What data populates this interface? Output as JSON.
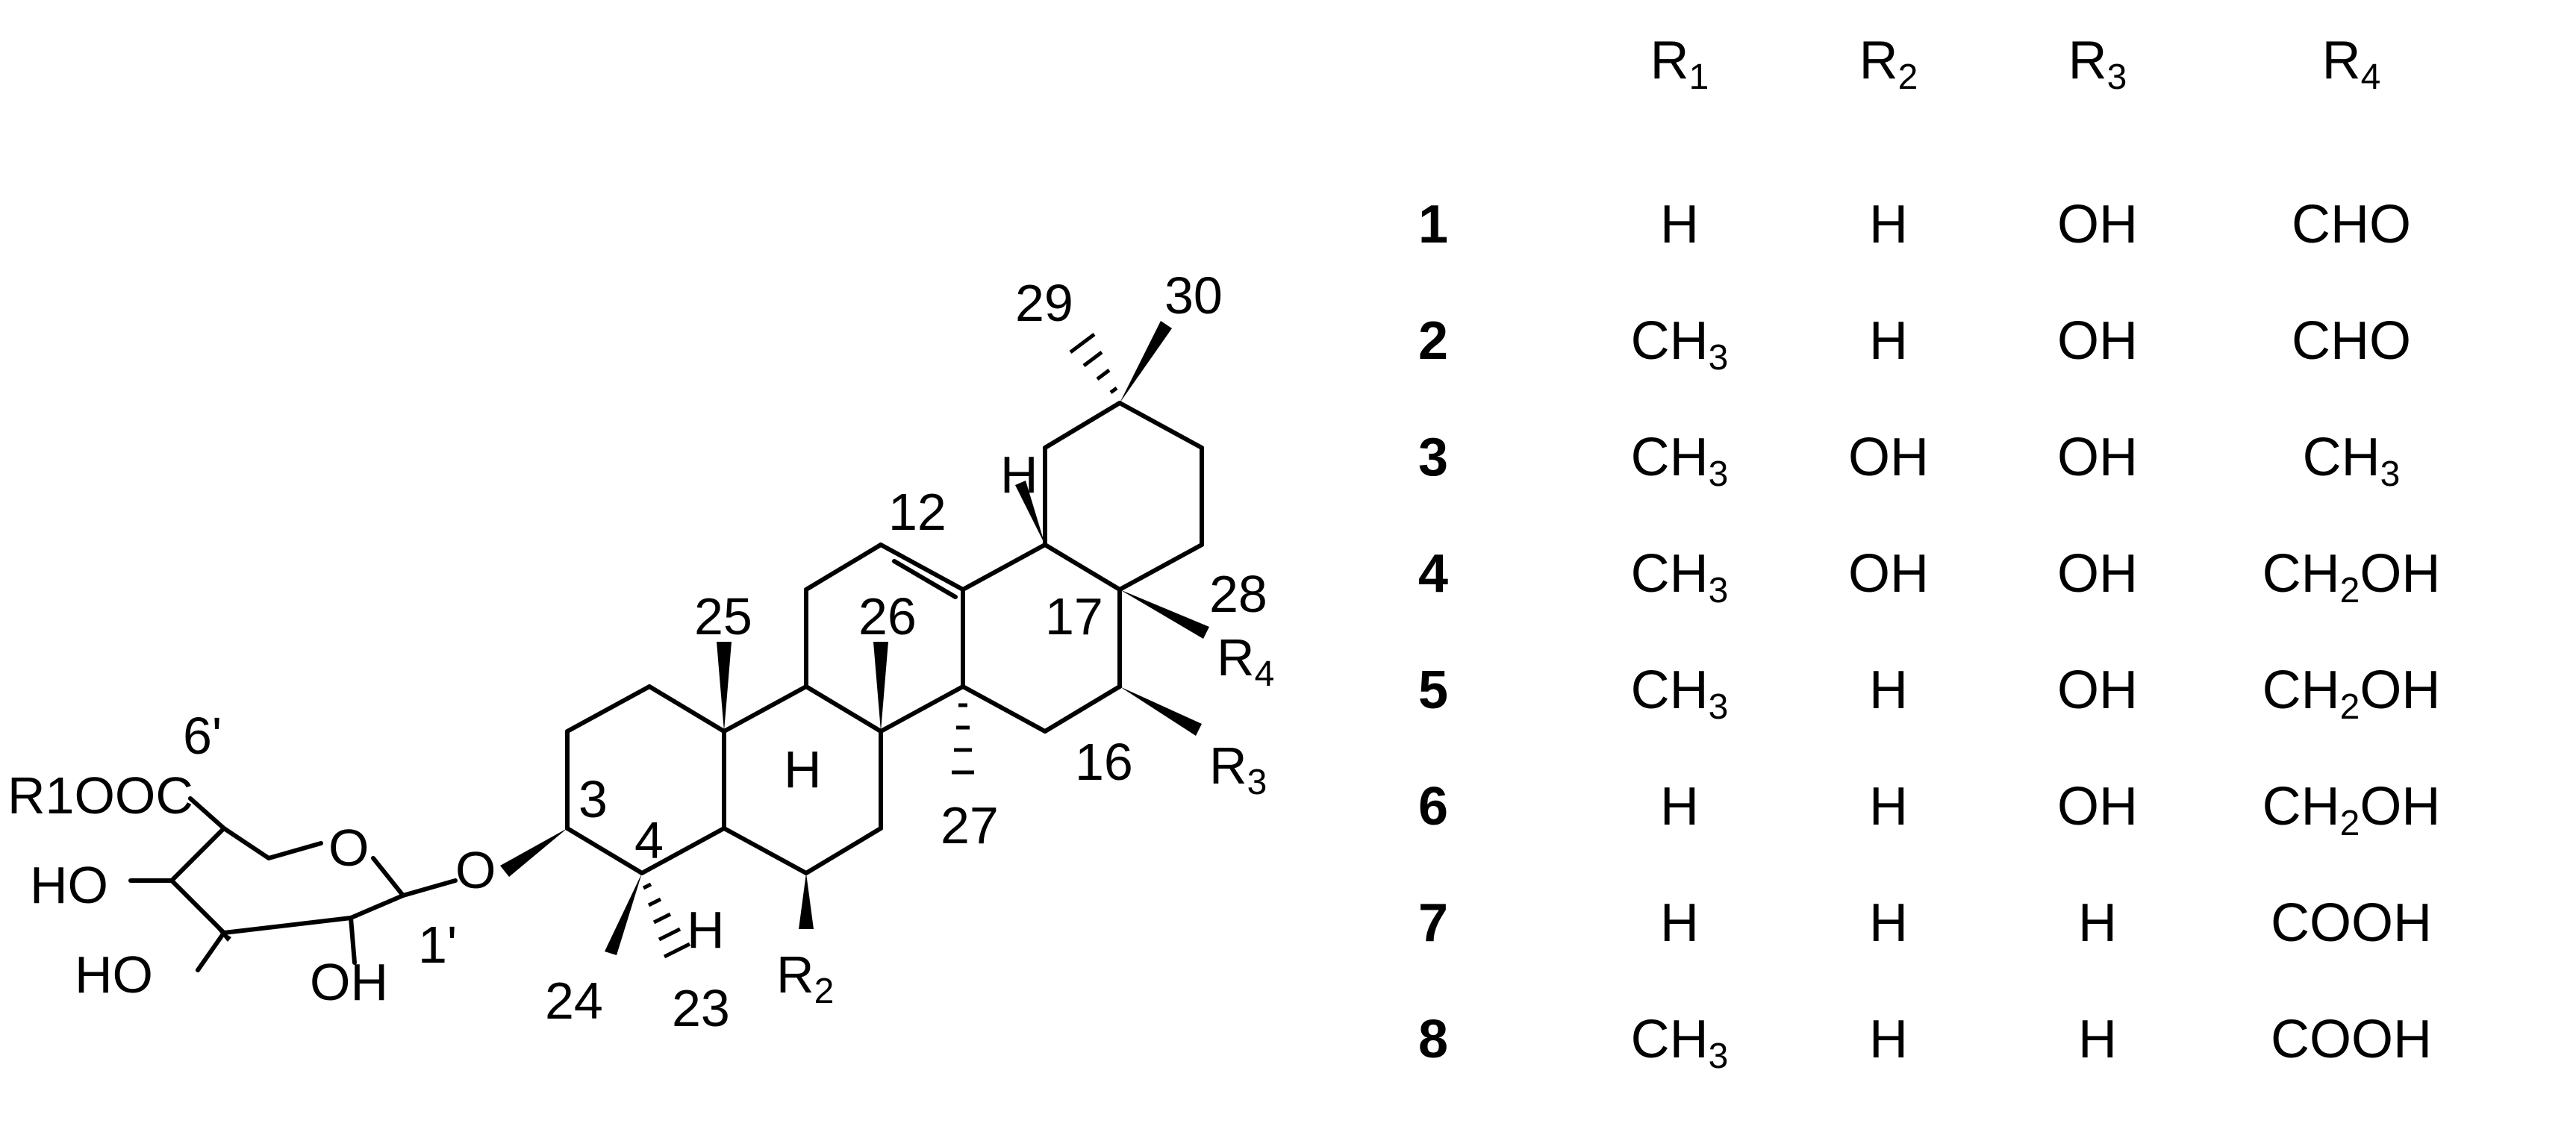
{
  "structure_labels": {
    "r1ooc": "R1OOC",
    "c6p": "6'",
    "ho1": "HO",
    "ho2": "HO",
    "oh1": "OH",
    "c1p": "1'",
    "o_ring": "O",
    "o_link": "O",
    "c3": "3",
    "c4": "4",
    "c24": "24",
    "c23": "23",
    "h5": "H",
    "r2": "R2",
    "c25": "25",
    "h9": "H",
    "c26": "26",
    "c12": "12",
    "h18": "H",
    "c27": "27",
    "c16": "16",
    "r3": "R3",
    "c17": "17",
    "c28": "28",
    "r4": "R4",
    "c29": "29",
    "c30": "30"
  },
  "table": {
    "headers": [
      {
        "base": "R",
        "sub": "1"
      },
      {
        "base": "R",
        "sub": "2"
      },
      {
        "base": "R",
        "sub": "3"
      },
      {
        "base": "R",
        "sub": "4"
      }
    ],
    "rows": [
      {
        "id": "1",
        "r1": "H",
        "r2": "H",
        "r3": "OH",
        "r4": "CHO"
      },
      {
        "id": "2",
        "r1": "CH3",
        "r2": "H",
        "r3": "OH",
        "r4": "CHO"
      },
      {
        "id": "3",
        "r1": "CH3",
        "r2": "OH",
        "r3": "OH",
        "r4": "CH3"
      },
      {
        "id": "4",
        "r1": "CH3",
        "r2": "OH",
        "r3": "OH",
        "r4": "CH2OH"
      },
      {
        "id": "5",
        "r1": "CH3",
        "r2": "H",
        "r3": "OH",
        "r4": "CH2OH"
      },
      {
        "id": "6",
        "r1": "H",
        "r2": "H",
        "r3": "OH",
        "r4": "CH2OH"
      },
      {
        "id": "7",
        "r1": "H",
        "r2": "H",
        "r3": "H",
        "r4": "COOH"
      },
      {
        "id": "8",
        "r1": "CH3",
        "r2": "H",
        "r3": "H",
        "r4": "COOH"
      }
    ]
  }
}
